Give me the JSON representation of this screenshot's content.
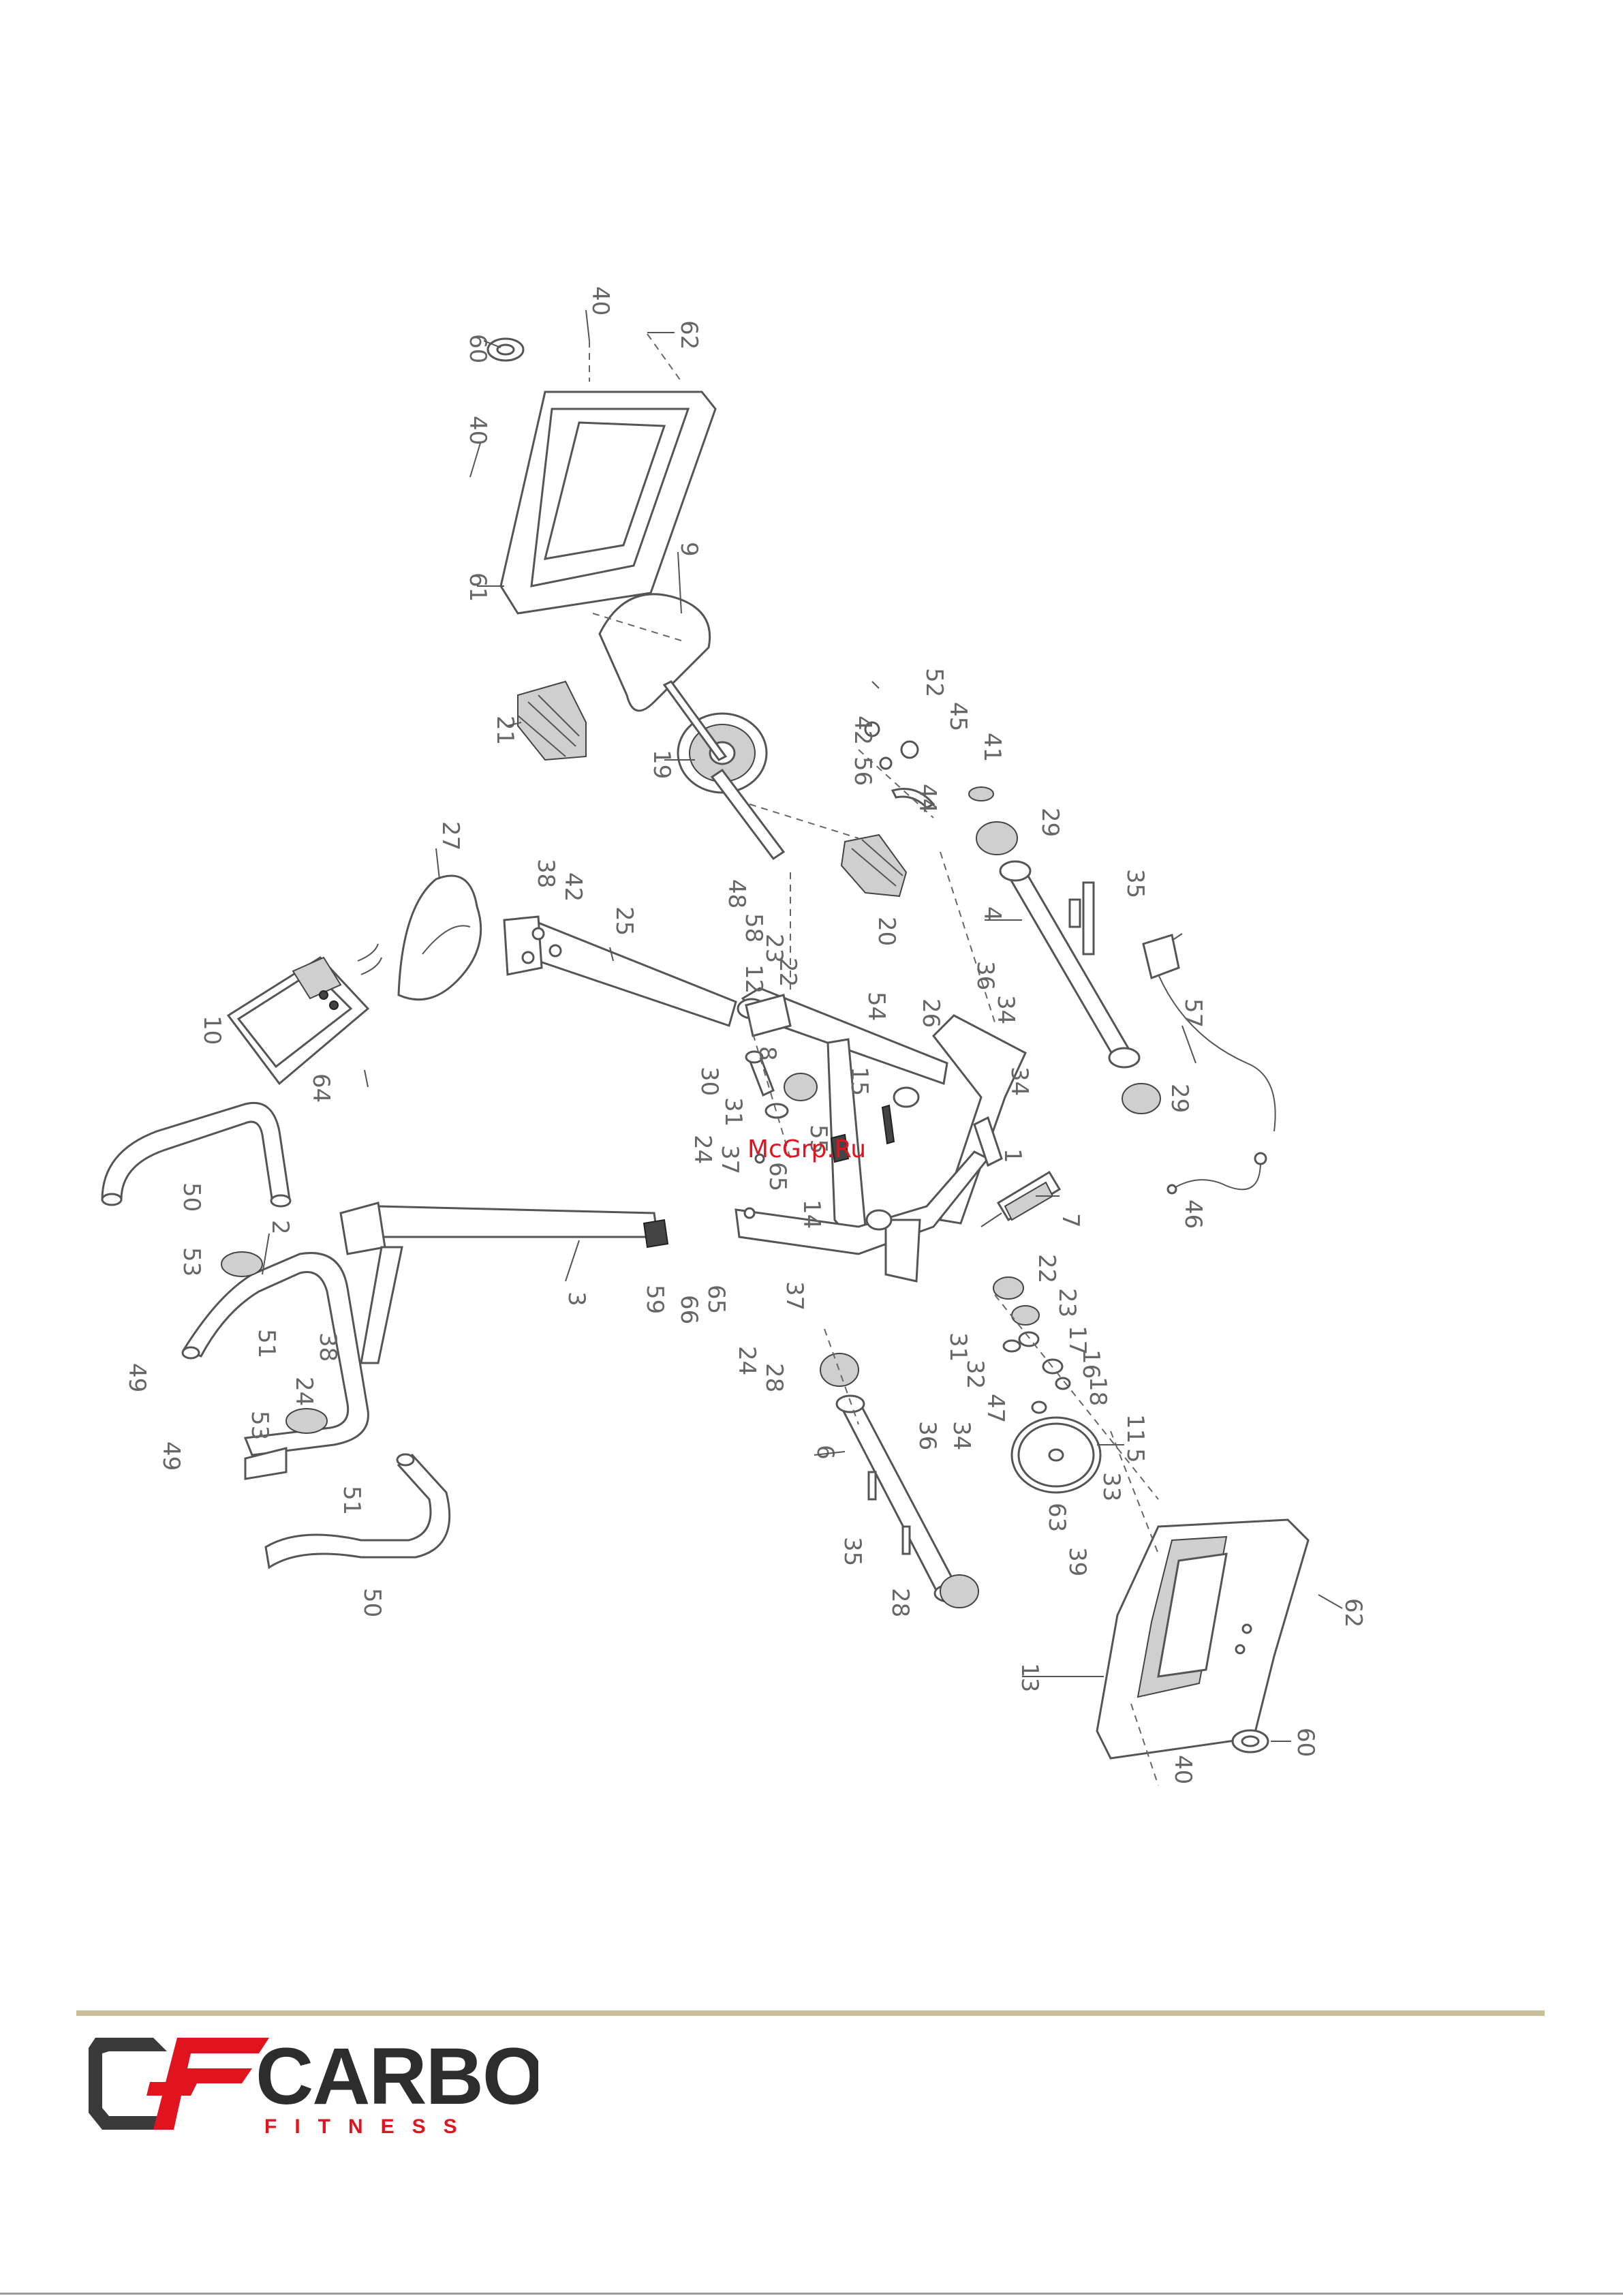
{
  "watermark": "McGrp.Ru",
  "brand": {
    "word": "CARBON",
    "sub": "FITNESS",
    "accent_color": "#e0141f",
    "text_color": "#2d2d2d",
    "rule_color": "#c9c09a"
  },
  "part_labels": {
    "p40a": "40",
    "p62a": "62",
    "p60a": "60",
    "p40b": "40",
    "p61": "61",
    "p9": "9",
    "p21": "21",
    "p19": "19",
    "p52": "52",
    "p42a": "42",
    "p45": "45",
    "p56": "56",
    "p41": "41",
    "p44": "44",
    "p29a": "29",
    "p27": "27",
    "p38a": "38",
    "p42b": "42",
    "p25": "25",
    "p48": "48",
    "p58": "58",
    "p23a": "23",
    "p22a": "22",
    "p12": "12",
    "p20": "20",
    "p4": "4",
    "p35a": "35",
    "p36a": "36",
    "p34a": "34",
    "p57": "57",
    "p26": "26",
    "p54": "54",
    "p10": "10",
    "p64": "64",
    "p30": "30",
    "p8": "8",
    "p31a": "31",
    "p15": "15",
    "p34b": "34",
    "p29b": "29",
    "p50a": "50",
    "p24a": "24",
    "p37a": "37",
    "p65a": "65",
    "p14": "14",
    "p55": "55",
    "p1": "1",
    "p7": "7",
    "p46": "46",
    "p2": "2",
    "p3": "3",
    "p59": "59",
    "p53a": "53",
    "p66": "66",
    "p65b": "65",
    "p37b": "37",
    "p51a": "51",
    "p24b": "24",
    "p22b": "22",
    "p23b": "23",
    "p31b": "31",
    "p17": "17",
    "p32": "32",
    "p16": "16",
    "p28a": "28",
    "p38b": "38",
    "p49a": "49",
    "p24c": "24",
    "p47": "47",
    "p18": "18",
    "p34c": "34",
    "p36b": "36",
    "p11": "11",
    "p6": "6",
    "p53b": "53",
    "p49b": "49",
    "p51b": "51",
    "p5": "5",
    "p33": "33",
    "p63": "63",
    "p35b": "35",
    "p39": "39",
    "p50b": "50",
    "p28b": "28",
    "p62b": "62",
    "p13": "13",
    "p40c": "40",
    "p60b": "60",
    "p46x": "46"
  }
}
